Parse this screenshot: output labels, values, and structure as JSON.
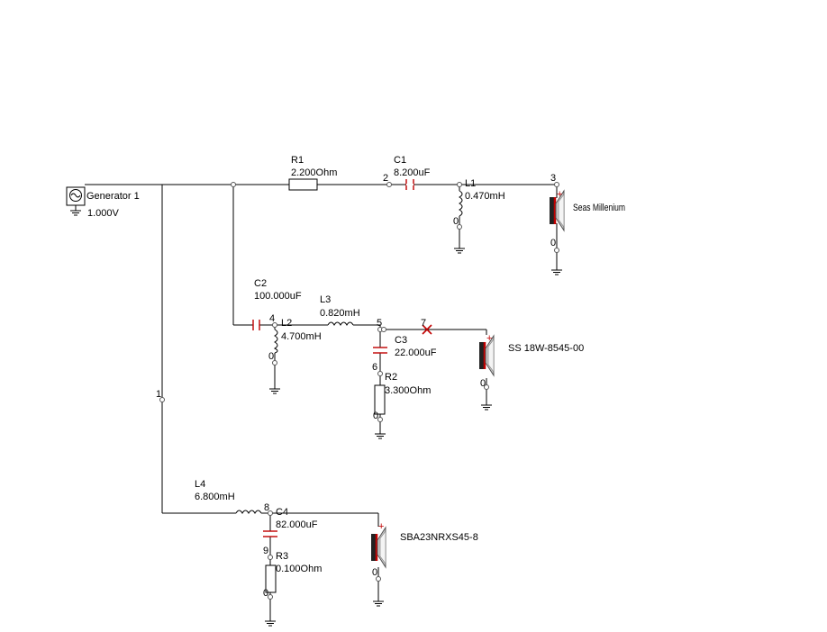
{
  "generator": {
    "name": "Generator 1",
    "value": "1.000V"
  },
  "components": {
    "R1": {
      "name": "R1",
      "value": "2.200Ohm"
    },
    "C1": {
      "name": "C1",
      "value": "8.200uF"
    },
    "L1": {
      "name": "L1",
      "value": "0.470mH"
    },
    "C2": {
      "name": "C2",
      "value": "100.000uF"
    },
    "L2": {
      "name": "L2",
      "value": "4.700mH"
    },
    "L3": {
      "name": "L3",
      "value": "0.820mH"
    },
    "C3": {
      "name": "C3",
      "value": "22.000uF"
    },
    "R2": {
      "name": "R2",
      "value": "3.300Ohm"
    },
    "L4": {
      "name": "L4",
      "value": "6.800mH"
    },
    "C4": {
      "name": "C4",
      "value": "82.000uF"
    },
    "R3": {
      "name": "R3",
      "value": "0.100Ohm"
    }
  },
  "speakers": {
    "tweeter": "Seas Millenium",
    "midrange": "SS 18W-8545-00",
    "woofer": "SBA23NRXS45-8"
  },
  "nodes": {
    "n0": "0",
    "n1": "1",
    "n2": "2",
    "n3": "3",
    "n4": "4",
    "n5": "5",
    "n6": "6",
    "n7": "7",
    "n8": "8",
    "n9": "9"
  },
  "speaker_polarity": "+",
  "colors": {
    "wire": "#000000",
    "capacitor": "#c00000",
    "speaker_magnet": "#c00000",
    "speaker_cone": "#c8c8c8",
    "node_marker": "#555555"
  }
}
